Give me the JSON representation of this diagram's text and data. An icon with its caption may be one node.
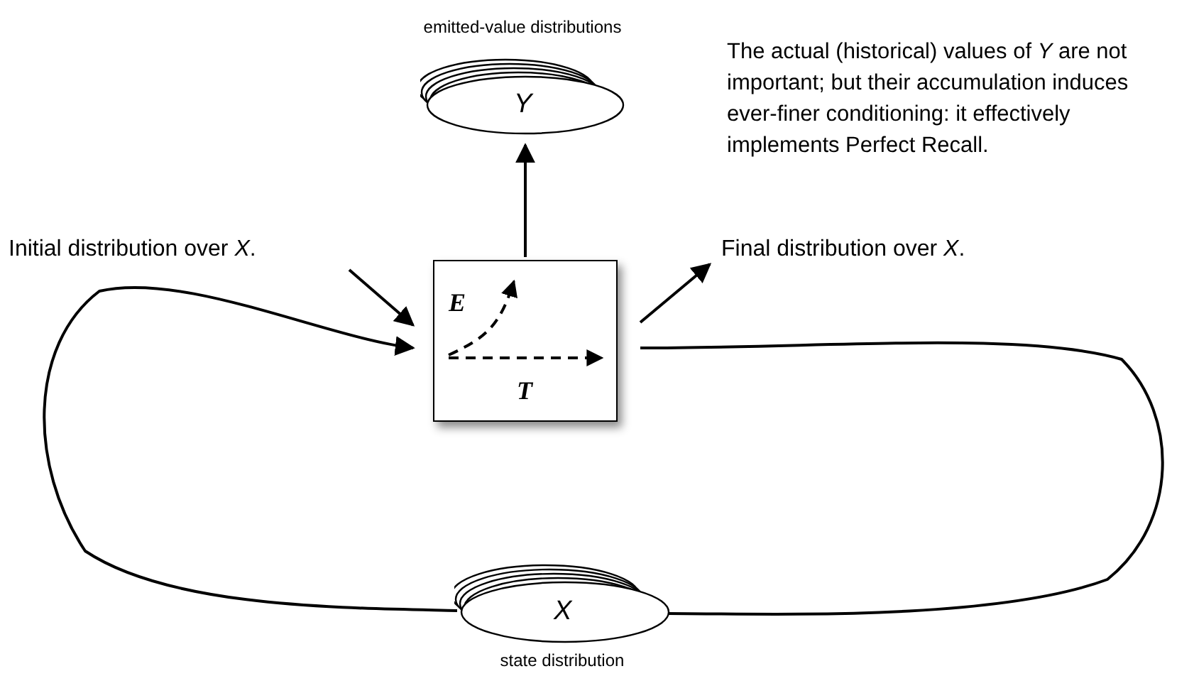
{
  "diagram": {
    "nodes": [
      {
        "text": [
          "Y"
        ],
        "beside": [
          "emitted-value distributions"
        ]
      },
      {
        "text": [
          "E",
          "T"
        ]
      },
      {
        "text": [
          "X"
        ],
        "beside": [
          "state distribution"
        ]
      },
      {
        "text": [
          "Initial distribution over *X*."
        ]
      },
      {
        "text": [
          "Final distribution over *X*."
        ]
      }
    ],
    "edges": [
      {
        "from": 1,
        "to": 0,
        "arrow": "to"
      },
      {
        "from": 3,
        "to": 1,
        "arrow": "to"
      },
      {
        "from": 1,
        "to": 4,
        "arrow": "to"
      },
      {
        "from": 2,
        "to": 1,
        "arrow": "to"
      },
      {
        "from": 1,
        "to": 2,
        "arrow": "none"
      }
    ],
    "labels": [
      "The actual (historical) values of *Y* are not important; but their accumulation induces ever-finer conditioning: it effectively implements Perfect Recall."
    ]
  }
}
